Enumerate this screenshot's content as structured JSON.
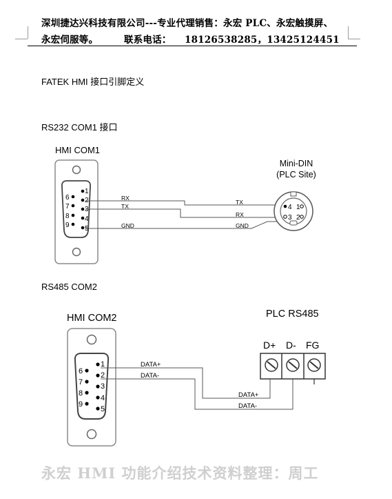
{
  "header": {
    "line1": "深圳捷达兴科技有限公司---专业代理销售：永宏 PLC、永宏触摸屏、",
    "line2_left": "永宏伺服等。",
    "line2_contact_label": "联系电话：",
    "line2_phones": "18126538285，13425124451"
  },
  "doc_title": "FATEK HMI  接口引脚定义",
  "rs232": {
    "section_label": "RS232    COM1  接口",
    "hmi_label": "HMI COM1",
    "plc_label_1": "Mini-DIN",
    "plc_label_2": "(PLC Site)",
    "db9_pins": [
      "1",
      "2",
      "3",
      "4",
      "5",
      "6",
      "7",
      "8",
      "9"
    ],
    "wire_left": [
      "RX",
      "TX",
      "GND"
    ],
    "wire_right": [
      "TX",
      "RX",
      "GND"
    ],
    "din_pins": [
      "4",
      "1",
      "3",
      "2"
    ]
  },
  "rs485": {
    "section_label": "RS485  COM2",
    "hmi_label": "HMI COM2",
    "plc_label": "PLC RS485",
    "db9_pins": [
      "1",
      "2",
      "3",
      "4",
      "5",
      "6",
      "7",
      "8",
      "9"
    ],
    "wire_left": [
      "DATA+",
      "DATA-"
    ],
    "wire_right": [
      "DATA+",
      "DATA-"
    ],
    "terminals": [
      "D+",
      "D-",
      "FG"
    ]
  },
  "footer": "永宏 HMI 功能介绍技术资料整理：周工"
}
